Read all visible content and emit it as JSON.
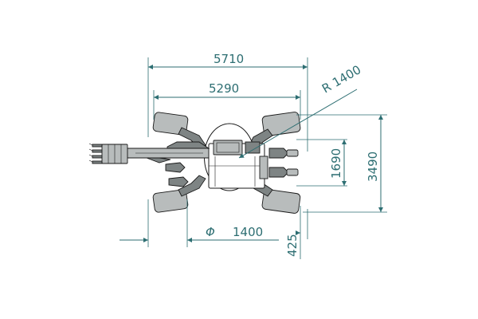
{
  "diagram": {
    "colors": {
      "dimension": "#2d6e72",
      "outline": "#1a1a1a",
      "fill": "#b8bcbc"
    },
    "dimensions": {
      "overall_width": "5710",
      "track_width": "5290",
      "turning_radius": "R 1400",
      "inner_width": "1690",
      "overall_depth": "3490",
      "offset": "425",
      "diameter_symbol": "Φ",
      "diameter_value": "1400"
    }
  }
}
